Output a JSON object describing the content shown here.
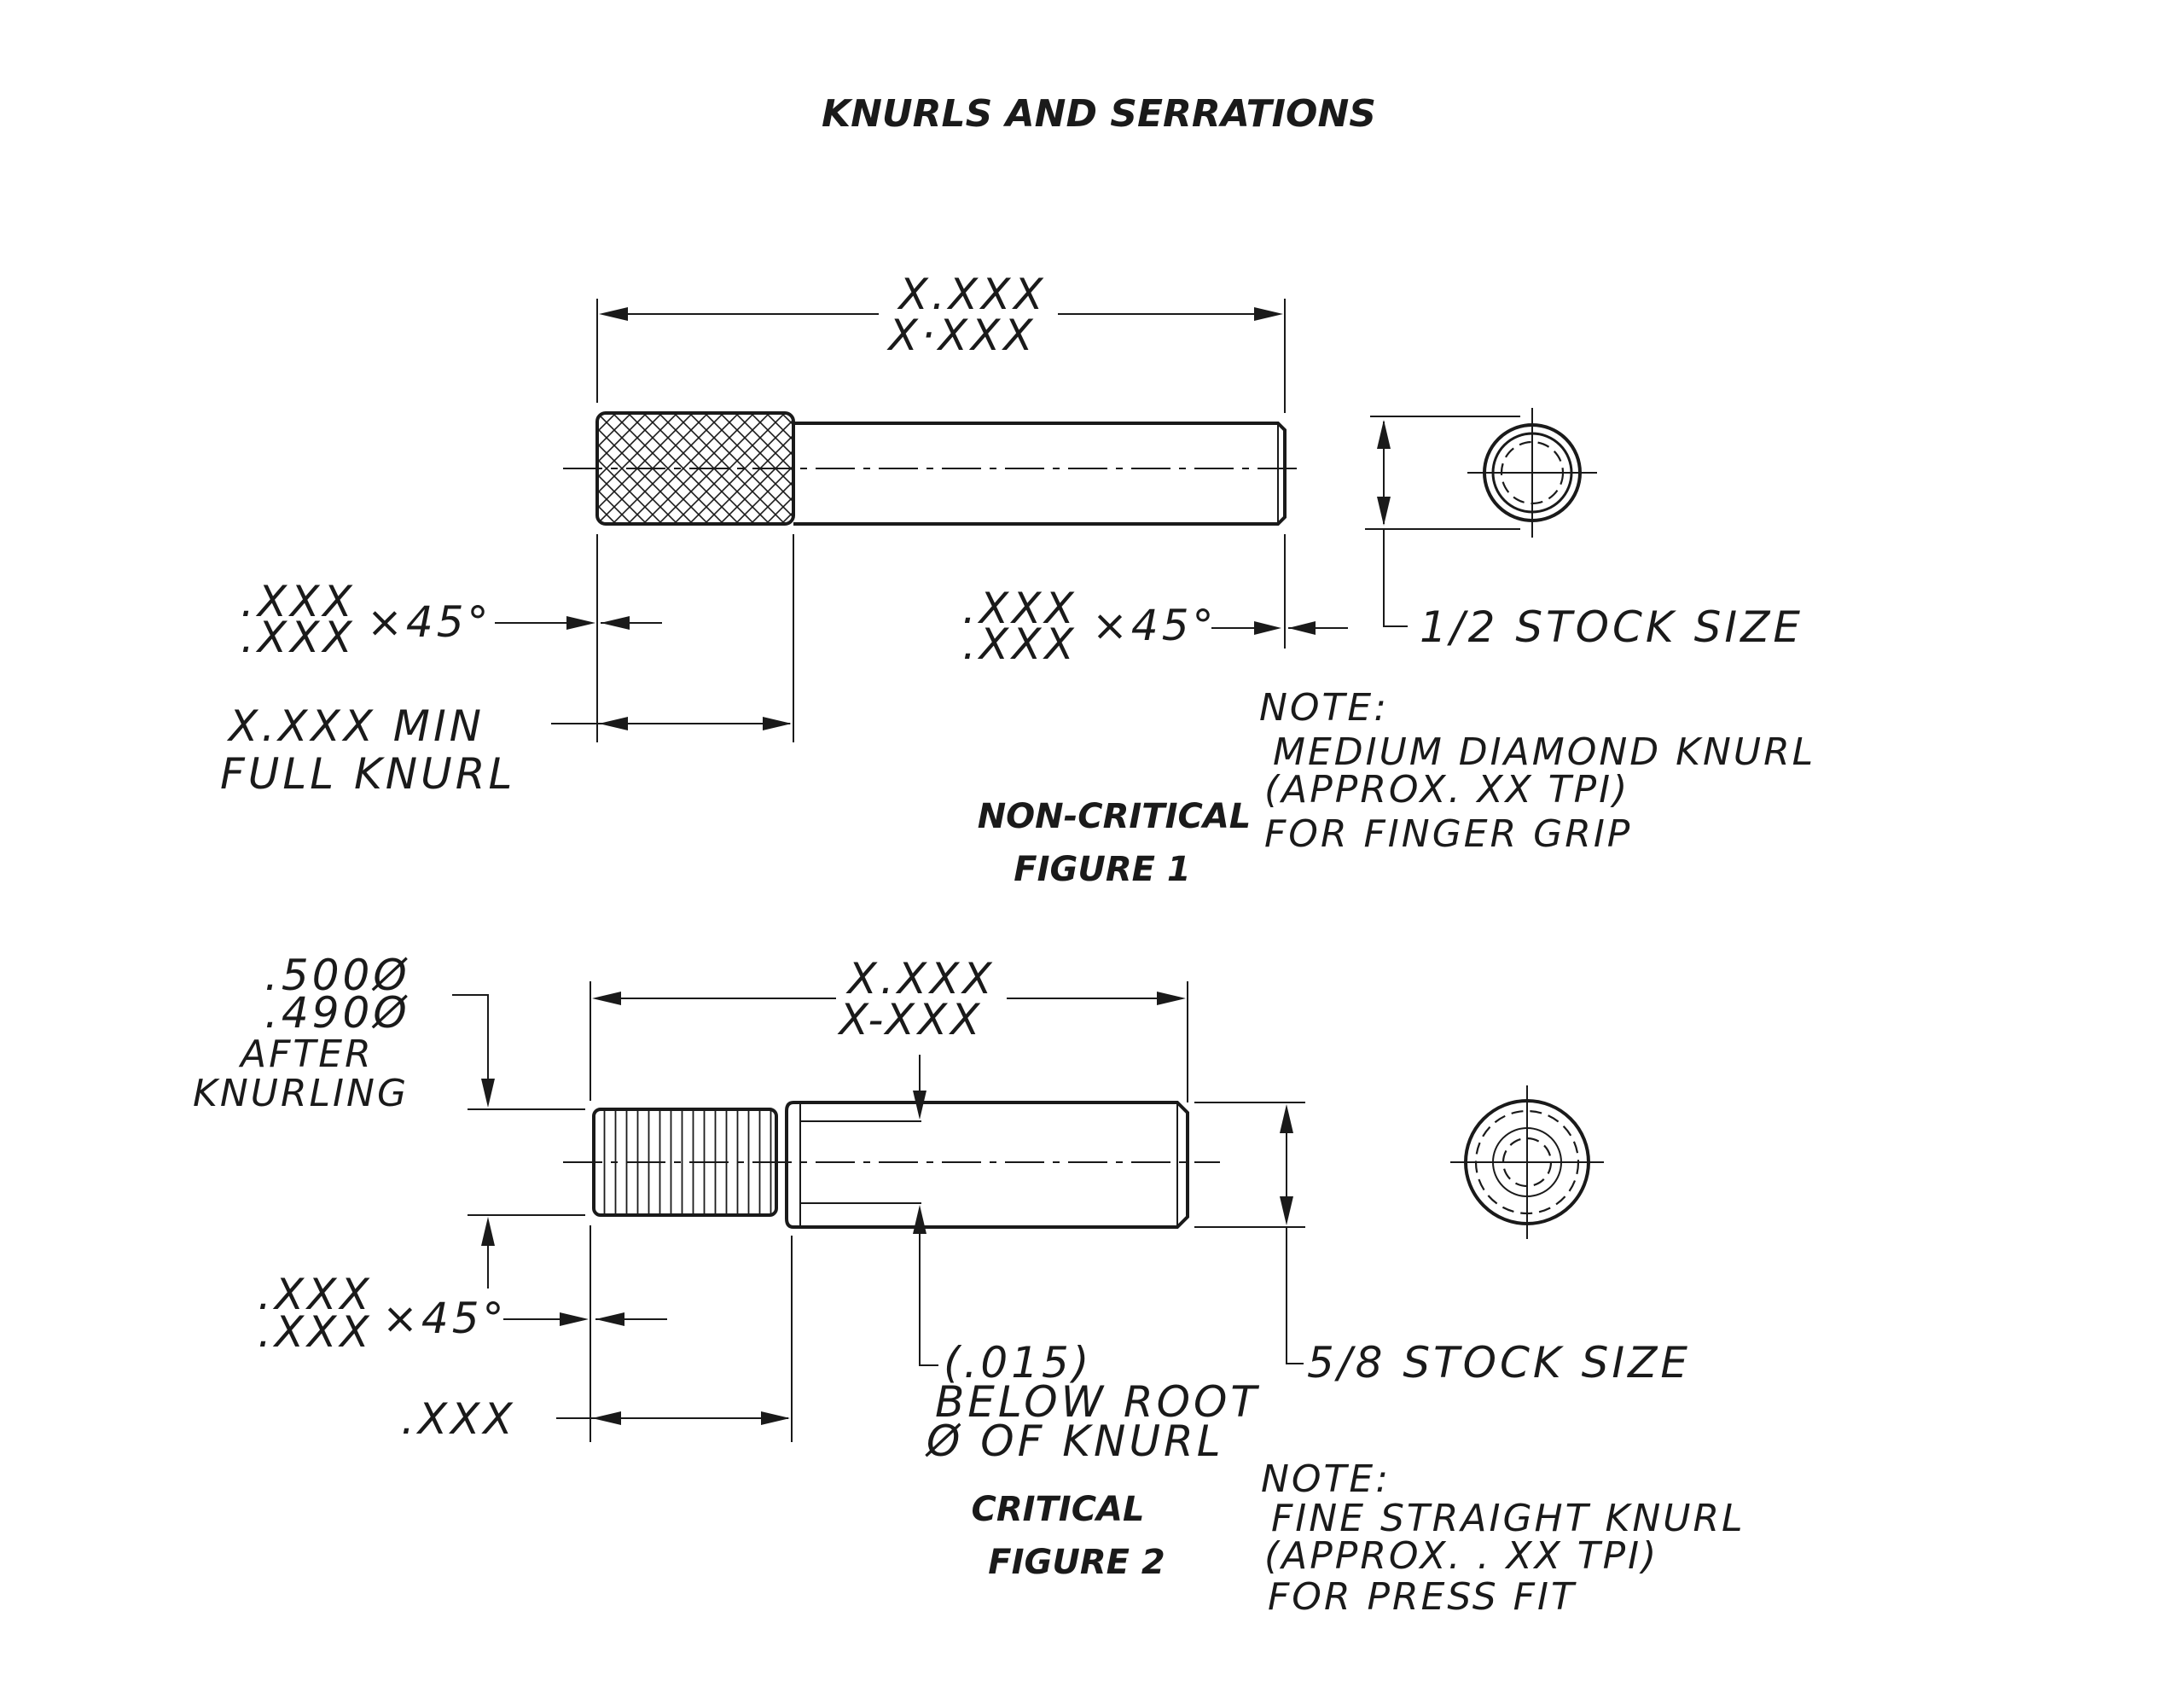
{
  "title": "KNURLS AND SERRATIONS",
  "figure1": {
    "overall_dim_upper": "X.XXX",
    "overall_dim_lower": "X·XXX",
    "chamfer_left_upper": ".XXX",
    "chamfer_left_lower": ".XXX",
    "chamfer_left_angle": "×45°",
    "chamfer_right_upper": ".XXX",
    "chamfer_right_lower": ".XXX",
    "chamfer_right_angle": "×45°",
    "stock_size": "1/2 STOCK SIZE",
    "knurl_length_line1": "X.XXX MIN",
    "knurl_length_line2": "FULL KNURL",
    "note_heading": "NOTE:",
    "note_line1": "MEDIUM DIAMOND KNURL",
    "note_line2": "(APPROX. XX TPI)",
    "note_line3": "FOR FINGER GRIP",
    "caption_class": "NON-CRITICAL",
    "caption_figure": "FIGURE 1"
  },
  "figure2": {
    "diameter_upper": ".500Ø",
    "diameter_lower": ".490Ø",
    "after_line1": "AFTER",
    "after_line2": "KNURLING",
    "overall_dim_upper": "X.XXX",
    "overall_dim_lower": "X-XXX",
    "chamfer_upper": ".XXX",
    "chamfer_lower": ".XXX",
    "chamfer_angle": "×45°",
    "knurl_length": ".XXX",
    "relief_line1": "(.015)",
    "relief_line2": "BELOW ROOT",
    "relief_line3": "Ø OF KNURL",
    "stock_size": "5/8 STOCK SIZE",
    "note_heading": "NOTE:",
    "note_line1": "FINE STRAIGHT KNURL",
    "note_line2": "(APPROX. . XX TPI)",
    "note_line3": "FOR PRESS FIT",
    "caption_class": "CRITICAL",
    "caption_figure": "FIGURE 2"
  }
}
